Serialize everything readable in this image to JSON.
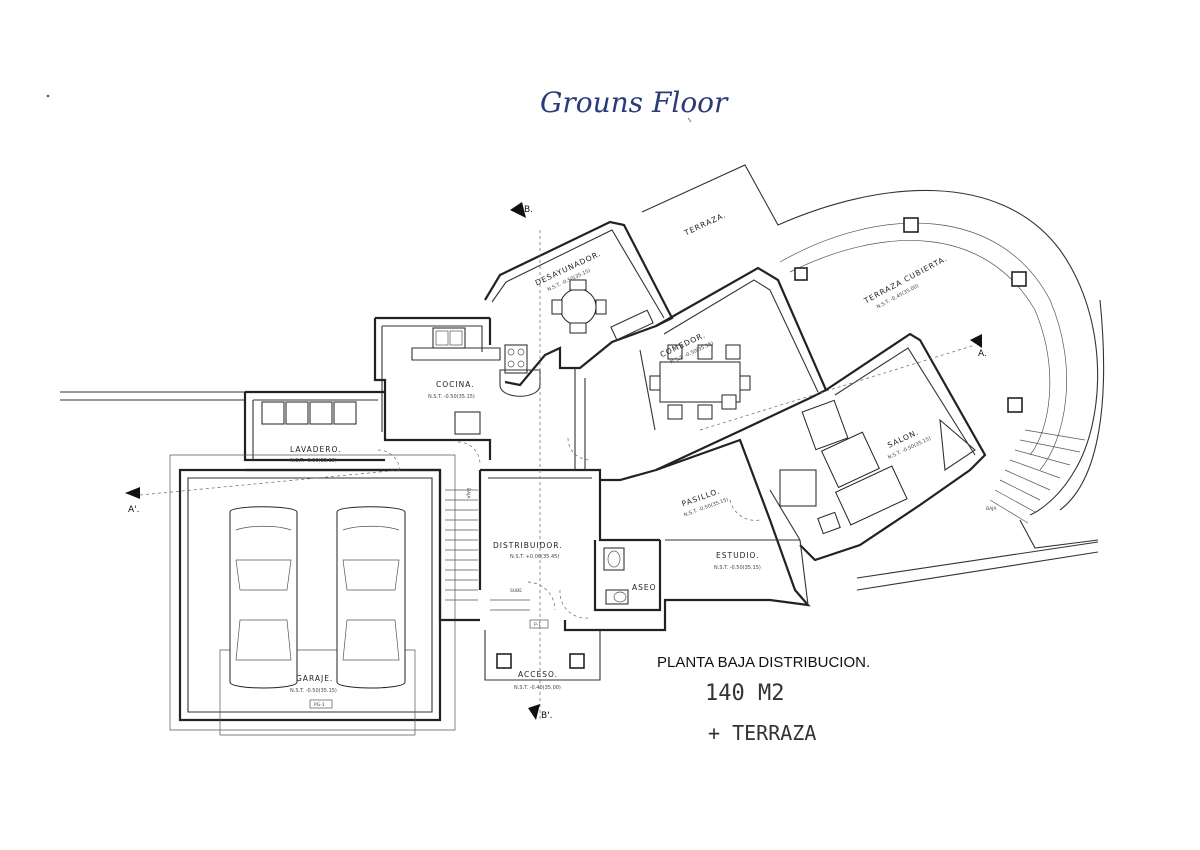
{
  "plan": {
    "handwritten_heading": "Grouns Floor",
    "title": "PLANTA BAJA DISTRIBUCION.",
    "area_note": "140 M2",
    "terrace_note": "+ TERRAZA",
    "section_markers": {
      "a_left": "A'.",
      "a_right": "A.",
      "b_top": "B.",
      "b_bottom": "B'."
    },
    "rooms": {
      "desayunador": {
        "name": "DESAYUNADOR.",
        "level": "N.S.T. -0.50(35.15)"
      },
      "terraza": {
        "name": "TERRAZA."
      },
      "terraza_cubierta": {
        "name": "TERRAZA CUBIERTA.",
        "level": "N.S.T. -0.45(35.00)"
      },
      "comedor": {
        "name": "COMEDOR.",
        "level": "N.S.T. -0.50(35.15)"
      },
      "cocina": {
        "name": "COCINA.",
        "level": "N.S.T. -0.50(35.15)"
      },
      "lavadero": {
        "name": "LAVADERO.",
        "level": "N.S.T. -0.50(35.15)"
      },
      "salon": {
        "name": "SALON.",
        "level": "N.S.T. -0.50(35.15)"
      },
      "pasillo": {
        "name": "PASILLO.",
        "level": "N.S.T. -0.50(35.15)"
      },
      "distribuidor": {
        "name": "DISTRIBUIDOR.",
        "level": "N.S.T. +0.00(35.45)"
      },
      "estudio": {
        "name": "ESTUDIO.",
        "level": "N.S.T. -0.50(35.15)"
      },
      "aseo": {
        "name": "ASEO"
      },
      "garaje": {
        "name": "GARAJE.",
        "level": "N.S.T. -0.50(35.15)"
      },
      "acceso": {
        "name": "ACCESO.",
        "level": "N.S.T. -0.40(35.00)"
      }
    },
    "tags": {
      "baja_stair": "BAJA",
      "baja_outer": "BAJA",
      "garage_door": "PG-1",
      "entry_door": "P-1",
      "subir": "SUBE"
    }
  }
}
